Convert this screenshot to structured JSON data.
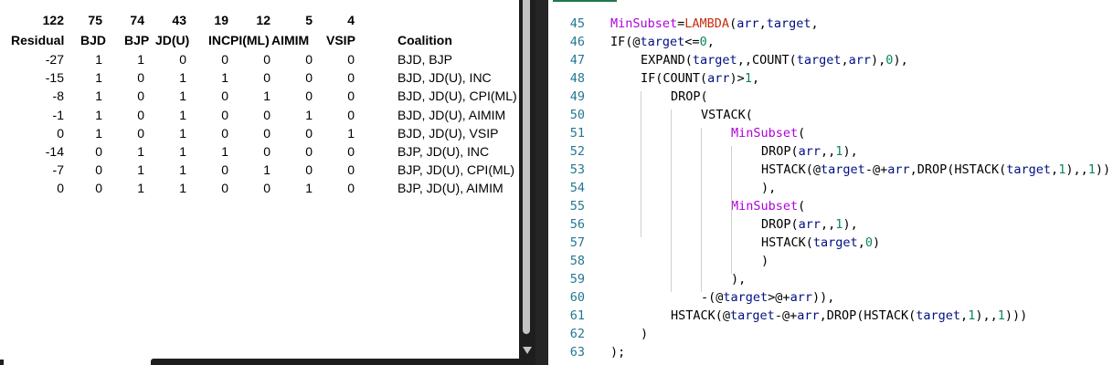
{
  "sheet": {
    "totals": [
      "122",
      "75",
      "74",
      "43",
      "19",
      "12",
      "5",
      "4"
    ],
    "headers": [
      "Residual",
      "BJD",
      "BJP",
      "JD(U)",
      "INC",
      "PI(ML)",
      "AIMIM",
      "VSIP",
      "Coalition"
    ],
    "rows": [
      {
        "vals": [
          "-27",
          "1",
          "1",
          "0",
          "0",
          "0",
          "0",
          "0"
        ],
        "coalition": "BJD, BJP"
      },
      {
        "vals": [
          "-15",
          "1",
          "0",
          "1",
          "1",
          "0",
          "0",
          "0"
        ],
        "coalition": "BJD, JD(U), INC"
      },
      {
        "vals": [
          "-8",
          "1",
          "0",
          "1",
          "0",
          "1",
          "0",
          "0"
        ],
        "coalition": "BJD, JD(U), CPI(ML)"
      },
      {
        "vals": [
          "-1",
          "1",
          "0",
          "1",
          "0",
          "0",
          "1",
          "0"
        ],
        "coalition": "BJD, JD(U), AIMIM"
      },
      {
        "vals": [
          "0",
          "1",
          "0",
          "1",
          "0",
          "0",
          "0",
          "1"
        ],
        "coalition": "BJD, JD(U), VSIP"
      },
      {
        "vals": [
          "-14",
          "0",
          "1",
          "1",
          "1",
          "0",
          "0",
          "0"
        ],
        "coalition": "BJP, JD(U), INC"
      },
      {
        "vals": [
          "-7",
          "0",
          "1",
          "1",
          "0",
          "1",
          "0",
          "0"
        ],
        "coalition": "BJP, JD(U), CPI(ML)"
      },
      {
        "vals": [
          "0",
          "0",
          "1",
          "1",
          "0",
          "0",
          "1",
          "0"
        ],
        "coalition": "BJP, JD(U), AIMIM"
      }
    ]
  },
  "editor": {
    "lines": [
      {
        "n": "45",
        "indent": 0,
        "tokens": [
          [
            "t-call",
            "MinSubset"
          ],
          [
            "t-def",
            "="
          ],
          [
            "t-lam",
            "LAMBDA"
          ],
          [
            "t-def",
            "("
          ],
          [
            "t-var",
            "arr"
          ],
          [
            "t-def",
            ","
          ],
          [
            "t-var",
            "target"
          ],
          [
            "t-def",
            ","
          ]
        ]
      },
      {
        "n": "46",
        "indent": 0,
        "tokens": [
          [
            "t-def",
            "IF(@"
          ],
          [
            "t-var",
            "target"
          ],
          [
            "t-def",
            "<="
          ],
          [
            "t-num",
            "0"
          ],
          [
            "t-def",
            ","
          ]
        ]
      },
      {
        "n": "47",
        "indent": 1,
        "tokens": [
          [
            "t-def",
            "EXPAND("
          ],
          [
            "t-var",
            "target"
          ],
          [
            "t-def",
            ",,COUNT("
          ],
          [
            "t-var",
            "target"
          ],
          [
            "t-def",
            ","
          ],
          [
            "t-var",
            "arr"
          ],
          [
            "t-def",
            "),"
          ],
          [
            "t-num",
            "0"
          ],
          [
            "t-def",
            "),"
          ]
        ]
      },
      {
        "n": "48",
        "indent": 1,
        "tokens": [
          [
            "t-def",
            "IF(COUNT("
          ],
          [
            "t-var",
            "arr"
          ],
          [
            "t-def",
            ")>"
          ],
          [
            "t-num",
            "1"
          ],
          [
            "t-def",
            ","
          ]
        ]
      },
      {
        "n": "49",
        "indent": 2,
        "tokens": [
          [
            "t-def",
            "DROP("
          ]
        ]
      },
      {
        "n": "50",
        "indent": 3,
        "tokens": [
          [
            "t-def",
            "VSTACK("
          ]
        ]
      },
      {
        "n": "51",
        "indent": 4,
        "tokens": [
          [
            "t-call",
            "MinSubset"
          ],
          [
            "t-def",
            "("
          ]
        ]
      },
      {
        "n": "52",
        "indent": 5,
        "tokens": [
          [
            "t-def",
            "DROP("
          ],
          [
            "t-var",
            "arr"
          ],
          [
            "t-def",
            ",,"
          ],
          [
            "t-num",
            "1"
          ],
          [
            "t-def",
            "),"
          ]
        ]
      },
      {
        "n": "53",
        "indent": 5,
        "tokens": [
          [
            "t-def",
            "HSTACK(@"
          ],
          [
            "t-var",
            "target"
          ],
          [
            "t-def",
            "-@+"
          ],
          [
            "t-var",
            "arr"
          ],
          [
            "t-def",
            ",DROP(HSTACK("
          ],
          [
            "t-var",
            "target"
          ],
          [
            "t-def",
            ","
          ],
          [
            "t-num",
            "1"
          ],
          [
            "t-def",
            "),,"
          ],
          [
            "t-num",
            "1"
          ],
          [
            "t-def",
            "))"
          ]
        ]
      },
      {
        "n": "54",
        "indent": 5,
        "tokens": [
          [
            "t-def",
            "),"
          ]
        ]
      },
      {
        "n": "55",
        "indent": 4,
        "tokens": [
          [
            "t-call",
            "MinSubset"
          ],
          [
            "t-def",
            "("
          ]
        ]
      },
      {
        "n": "56",
        "indent": 5,
        "tokens": [
          [
            "t-def",
            "DROP("
          ],
          [
            "t-var",
            "arr"
          ],
          [
            "t-def",
            ",,"
          ],
          [
            "t-num",
            "1"
          ],
          [
            "t-def",
            "),"
          ]
        ]
      },
      {
        "n": "57",
        "indent": 5,
        "tokens": [
          [
            "t-def",
            "HSTACK("
          ],
          [
            "t-var",
            "target"
          ],
          [
            "t-def",
            ","
          ],
          [
            "t-num",
            "0"
          ],
          [
            "t-def",
            ")"
          ]
        ]
      },
      {
        "n": "58",
        "indent": 5,
        "tokens": [
          [
            "t-def",
            ")"
          ]
        ]
      },
      {
        "n": "59",
        "indent": 4,
        "tokens": [
          [
            "t-def",
            "),"
          ]
        ]
      },
      {
        "n": "60",
        "indent": 3,
        "tokens": [
          [
            "t-def",
            "-(@"
          ],
          [
            "t-var",
            "target"
          ],
          [
            "t-def",
            ">@+"
          ],
          [
            "t-var",
            "arr"
          ],
          [
            "t-def",
            "))"
          ],
          [
            "t-def",
            ","
          ]
        ]
      },
      {
        "n": "61",
        "indent": 2,
        "tokens": [
          [
            "t-def",
            "HSTACK(@"
          ],
          [
            "t-var",
            "target"
          ],
          [
            "t-def",
            "-@+"
          ],
          [
            "t-var",
            "arr"
          ],
          [
            "t-def",
            ",DROP(HSTACK("
          ],
          [
            "t-var",
            "target"
          ],
          [
            "t-def",
            ","
          ],
          [
            "t-num",
            "1"
          ],
          [
            "t-def",
            "),,"
          ],
          [
            "t-num",
            "1"
          ],
          [
            "t-def",
            ")))"
          ]
        ]
      },
      {
        "n": "62",
        "indent": 1,
        "tokens": [
          [
            "t-def",
            ")"
          ]
        ]
      },
      {
        "n": "63",
        "indent": 0,
        "tokens": [
          [
            "t-def",
            ");"
          ]
        ]
      }
    ]
  }
}
